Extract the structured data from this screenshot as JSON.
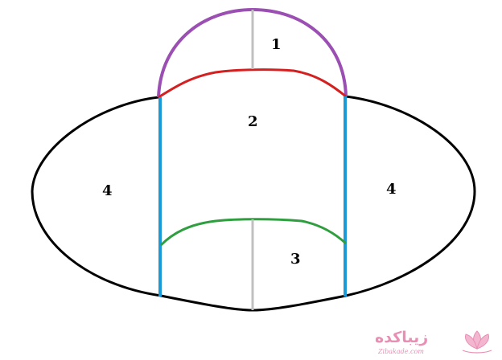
{
  "diagram": {
    "labels": {
      "region_1": "1",
      "region_2": "2",
      "region_3": "3",
      "region_4_left": "4",
      "region_4_right": "4"
    },
    "colors": {
      "outline": "#000000",
      "dome_arc": "#9b4fb3",
      "dome_base": "#d42020",
      "vertical_sides": "#1a9ad6",
      "lower_curve": "#2e9e3e",
      "center_axis": "#c0c0c0"
    }
  },
  "watermark": {
    "title": "زیباکده",
    "subtitle": "Zibakade.com",
    "icon": "lotus-flower-icon",
    "color": "#e98fb6"
  }
}
